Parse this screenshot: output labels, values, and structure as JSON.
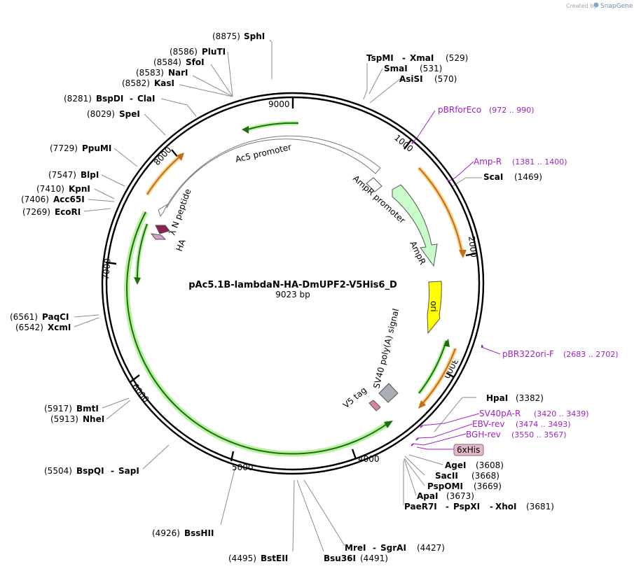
{
  "credit": {
    "prefix": "Created by",
    "brand": "SnapGene"
  },
  "plasmid": {
    "name": "pAc5.1B-lambdaN-HA-DmUPF2-V5His6_D",
    "length": "9023 bp"
  },
  "ticks": [
    "1000",
    "2000",
    "3000",
    "4000",
    "5000",
    "6000",
    "7000",
    "8000",
    "9000"
  ],
  "features": {
    "ac5_promoter": "Ac5 promoter",
    "ampr_promoter": "AmpR promoter",
    "ampr": "AmpR",
    "ori": "ori",
    "sv40_polya": "SV40 poly(A) signal",
    "v5_tag": "V5 tag",
    "his6": "6xHis",
    "lambda_n": "λ N peptide",
    "ha": "HA"
  },
  "colors": {
    "ampr": "#c8fcc8",
    "ori": "#ffff00",
    "ac5": "#ffffff",
    "sv40": "#a8adb6",
    "v5": "#e07fa6",
    "lambda": "#8b2252",
    "ha": "#d4a0c8",
    "cds_outer": "#1e9614",
    "primer": "#a020c8",
    "orange": "#e8900a"
  },
  "enzymes": [
    {
      "pos": "(8875)",
      "name": "SphI"
    },
    {
      "pos": "(8586)",
      "name": "PluTI"
    },
    {
      "pos": "(8584)",
      "name": "SfoI"
    },
    {
      "pos": "(8583)",
      "name": "NarI"
    },
    {
      "pos": "(8582)",
      "name": "KasI"
    },
    {
      "pos": "(8281)",
      "name": "BspDI",
      "name2": "ClaI"
    },
    {
      "pos": "(8029)",
      "name": "SpeI"
    },
    {
      "pos": "(7729)",
      "name": "PpuMI"
    },
    {
      "pos": "(7547)",
      "name": "BlpI"
    },
    {
      "pos": "(7410)",
      "name": "KpnI"
    },
    {
      "pos": "(7406)",
      "name": "Acc65I"
    },
    {
      "pos": "(7269)",
      "name": "EcoRI"
    },
    {
      "pos": "(6561)",
      "name": "PaqCI"
    },
    {
      "pos": "(6542)",
      "name": "XcmI"
    },
    {
      "pos": "(5917)",
      "name": "BmtI"
    },
    {
      "pos": "(5913)",
      "name": "NheI"
    },
    {
      "pos": "(5504)",
      "name": "BspQI",
      "name2": "SapI"
    },
    {
      "pos": "(4926)",
      "name": "BssHII"
    },
    {
      "pos": "(4495)",
      "name": "BstEII"
    },
    {
      "pos": "(4491)",
      "name": "Bsu36I"
    },
    {
      "pos": "(4427)",
      "name": "MreI",
      "name2": "SgrAI"
    },
    {
      "pos": "(529)",
      "name": "TspMI",
      "name2": "XmaI"
    },
    {
      "pos": "(531)",
      "name": "SmaI"
    },
    {
      "pos": "(570)",
      "name": "AsiSI"
    },
    {
      "pos": "(1469)",
      "name": "ScaI"
    },
    {
      "pos": "(3382)",
      "name": "HpaI"
    },
    {
      "pos": "(3608)",
      "name": "AgeI"
    },
    {
      "pos": "(3668)",
      "name": "SacII"
    },
    {
      "pos": "(3669)",
      "name": "PspOMI"
    },
    {
      "pos": "(3673)",
      "name": "ApaI"
    },
    {
      "pos": "(3681)",
      "name": "PaeR7I",
      "name2": "PspXI",
      "name3": "XhoI"
    }
  ],
  "primers": [
    {
      "name": "pBRforEco",
      "range": "(972 .. 990)"
    },
    {
      "name": "Amp-R",
      "range": "(1381 .. 1400)"
    },
    {
      "name": "pBR322ori-F",
      "range": "(2683 .. 2702)"
    },
    {
      "name": "SV40pA-R",
      "range": "(3420 .. 3439)"
    },
    {
      "name": "EBV-rev",
      "range": "(3474 .. 3493)"
    },
    {
      "name": "BGH-rev",
      "range": "(3550 .. 3567)"
    }
  ]
}
